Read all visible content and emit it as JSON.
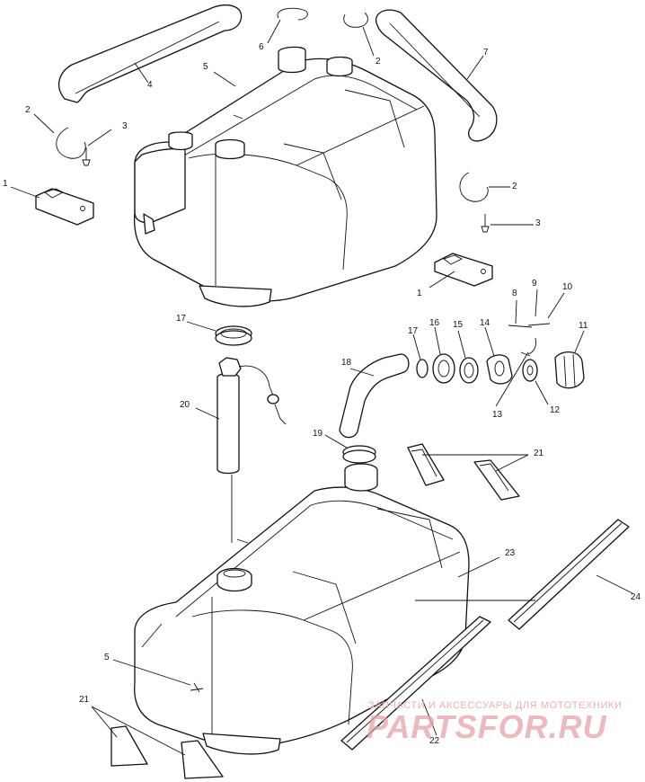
{
  "callouts": {
    "c1_top": "1",
    "c1_right": "1",
    "c2_top_left": "2",
    "c2_top_right": "2",
    "c2_right": "2",
    "c3_left": "3",
    "c3_right": "3",
    "c4": "4",
    "c5": "5",
    "c6": "6",
    "c7": "7",
    "c8": "8",
    "c9": "9",
    "c10": "10",
    "c11": "11",
    "c12": "12",
    "c13": "13",
    "c14": "14",
    "c15": "15",
    "c16": "16",
    "c17_ring": "17",
    "c17_clamp": "17",
    "c18": "18",
    "c19": "19",
    "c20": "20",
    "c21_right": "21",
    "c21_left": "21",
    "c22": "22",
    "c23": "23",
    "c24": "24",
    "c5_lower": "5"
  },
  "watermark": {
    "tagline": "ЗАПЧАСТИ И АКСЕССУАРЫ ДЛЯ МОТОТЕХНИКИ",
    "brand": "PARTSFOR.RU"
  }
}
